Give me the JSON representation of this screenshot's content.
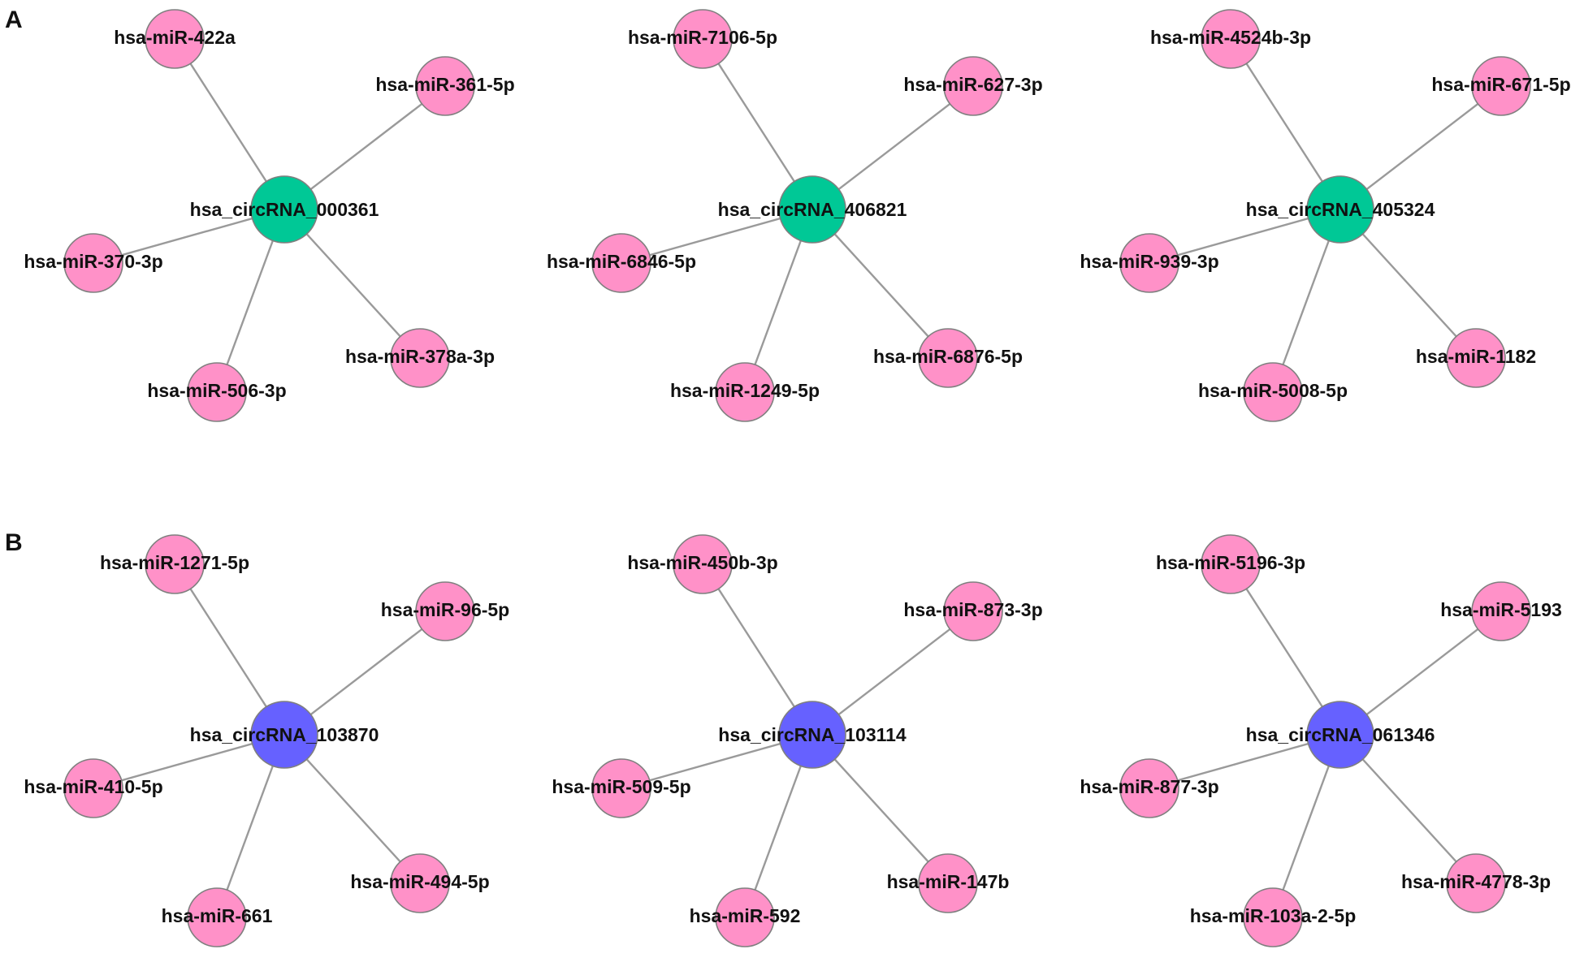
{
  "colors": {
    "hub_group_A": "#00c896",
    "hub_group_B": "#6661ff",
    "mirna": "#ff91c8",
    "node_stroke": "#7f7f7f",
    "edge": "#9a9a9a",
    "text": "#111111"
  },
  "panels": [
    {
      "label": "A",
      "networks": [
        {
          "hub": "hsa_circRNA_000361",
          "mirnas": [
            "hsa-miR-422a",
            "hsa-miR-361-5p",
            "hsa-miR-370-3p",
            "hsa-miR-506-3p",
            "hsa-miR-378a-3p"
          ]
        },
        {
          "hub": "hsa_circRNA_406821",
          "mirnas": [
            "hsa-miR-7106-5p",
            "hsa-miR-627-3p",
            "hsa-miR-6846-5p",
            "hsa-miR-1249-5p",
            "hsa-miR-6876-5p"
          ]
        },
        {
          "hub": "hsa_circRNA_405324",
          "mirnas": [
            "hsa-miR-4524b-3p",
            "hsa-miR-671-5p",
            "hsa-miR-939-3p",
            "hsa-miR-5008-5p",
            "hsa-miR-1182"
          ]
        }
      ]
    },
    {
      "label": "B",
      "networks": [
        {
          "hub": "hsa_circRNA_103870",
          "mirnas": [
            "hsa-miR-1271-5p",
            "hsa-miR-96-5p",
            "hsa-miR-410-5p",
            "hsa-miR-661",
            "hsa-miR-494-5p"
          ]
        },
        {
          "hub": "hsa_circRNA_103114",
          "mirnas": [
            "hsa-miR-450b-3p",
            "hsa-miR-873-3p",
            "hsa-miR-509-5p",
            "hsa-miR-592",
            "hsa-miR-147b"
          ]
        },
        {
          "hub": "hsa_circRNA_061346",
          "mirnas": [
            "hsa-miR-5196-3p",
            "hsa-miR-5193",
            "hsa-miR-877-3p",
            "hsa-miR-103a-2-5p",
            "hsa-miR-4778-3p"
          ]
        }
      ]
    }
  ]
}
